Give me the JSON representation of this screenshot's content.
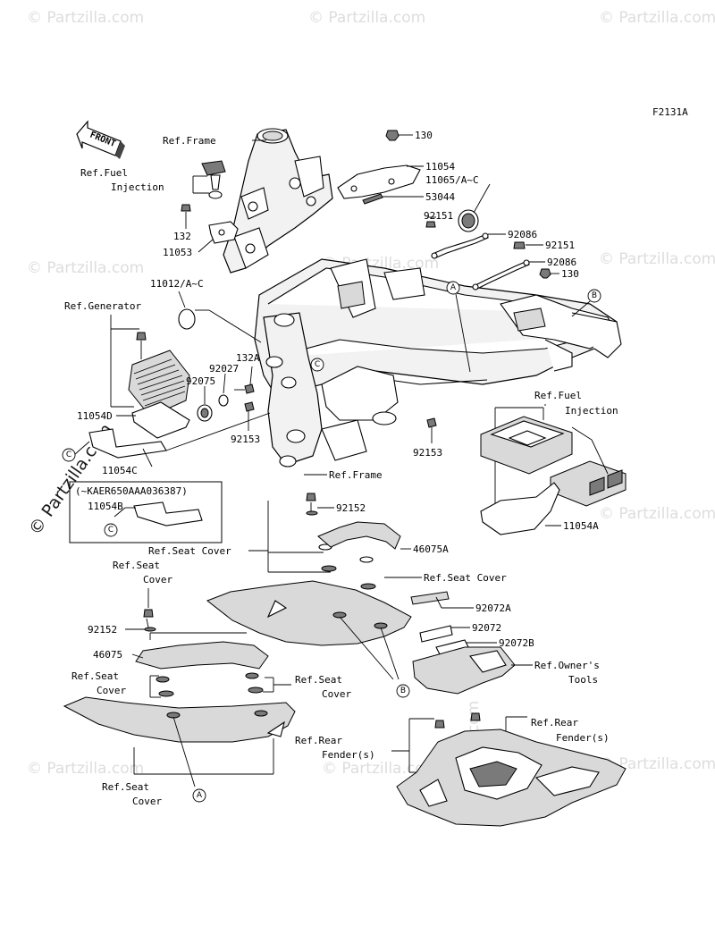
{
  "figure_id": "F2131A",
  "front_label": "FRONT",
  "watermark": "© Partzilla.com",
  "labels": {
    "ref_frame_top": "Ref.Frame",
    "ref_fuel_inj_1a": "Ref.Fuel",
    "ref_fuel_inj_1b": "Injection",
    "p132": "132",
    "p11053": "11053",
    "p11012": "11012/A~C",
    "ref_generator": "Ref.Generator",
    "p132A": "132A",
    "p92027": "92027",
    "p92075": "92075",
    "p11054D": "11054D",
    "p92153_left": "92153",
    "p11054C": "11054C",
    "serial_note": "(~KAER650AAA036387)",
    "p11054B": "11054B",
    "p130_top": "130",
    "p11054": "11054",
    "p53044": "53044",
    "p11065": "11065/A~C",
    "p92151_a": "92151",
    "p92086_a": "92086",
    "p92151_b": "92151",
    "p92086_b": "92086",
    "p130_right": "130",
    "ref_fuel_inj_2a": "Ref.Fuel",
    "ref_fuel_inj_2b": "Injection",
    "p92153_right": "92153",
    "ref_frame_mid": "Ref.Frame",
    "p11054A": "11054A",
    "p92152_top": "92152",
    "ref_seat_cover_1": "Ref.Seat Cover",
    "p46075A": "46075A",
    "ref_seat_cover_2": "Ref.Seat Cover",
    "p92072A": "92072A",
    "p92072": "92072",
    "p92072B": "92072B",
    "ref_owners_tools_a": "Ref.Owner's",
    "ref_owners_tools_b": "Tools",
    "ref_seat_cover_3a": "Ref.Seat",
    "ref_seat_cover_3b": "Cover",
    "p92152_left": "92152",
    "p46075": "46075",
    "ref_seat_cover_4a": "Ref.Seat",
    "ref_seat_cover_4b": "Cover",
    "ref_seat_cover_5a": "Ref.Seat",
    "ref_seat_cover_5b": "Cover",
    "ref_rear_fender_1a": "Ref.Rear",
    "ref_rear_fender_1b": "Fender(s)",
    "ref_rear_fender_2a": "Ref.Rear",
    "ref_rear_fender_2b": "Fender(s)",
    "ref_seat_cover_6a": "Ref.Seat",
    "ref_seat_cover_6b": "Cover"
  },
  "callouts": {
    "A": "A",
    "B": "B",
    "C": "C"
  }
}
